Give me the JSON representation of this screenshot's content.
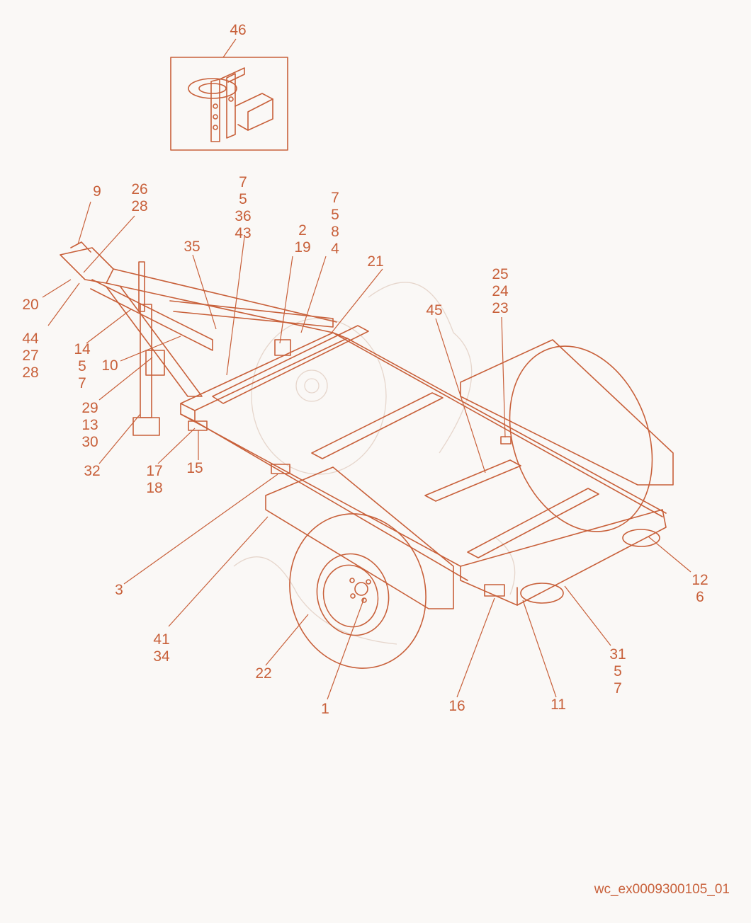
{
  "document_id": "wc_ex0009300105_01",
  "inset": {
    "callout": "46"
  },
  "callouts": [
    {
      "id": "c9",
      "lines": [
        "9"
      ]
    },
    {
      "id": "c26",
      "lines": [
        "26",
        "28"
      ]
    },
    {
      "id": "c7a",
      "lines": [
        "7",
        "5",
        "36",
        "43"
      ]
    },
    {
      "id": "c7b",
      "lines": [
        "7",
        "5",
        "8",
        "4"
      ]
    },
    {
      "id": "c35",
      "lines": [
        "35"
      ]
    },
    {
      "id": "c2",
      "lines": [
        "2",
        "19"
      ]
    },
    {
      "id": "c21",
      "lines": [
        "21"
      ]
    },
    {
      "id": "c25",
      "lines": [
        "25",
        "24",
        "23"
      ]
    },
    {
      "id": "c45",
      "lines": [
        "45"
      ]
    },
    {
      "id": "c20",
      "lines": [
        "20"
      ]
    },
    {
      "id": "c44",
      "lines": [
        "44",
        "27",
        "28"
      ]
    },
    {
      "id": "c14",
      "lines": [
        "14",
        "5",
        "7"
      ]
    },
    {
      "id": "c10",
      "lines": [
        "10"
      ]
    },
    {
      "id": "c29",
      "lines": [
        "29",
        "13",
        "30"
      ]
    },
    {
      "id": "c32",
      "lines": [
        "32"
      ]
    },
    {
      "id": "c17",
      "lines": [
        "17",
        "18"
      ]
    },
    {
      "id": "c15",
      "lines": [
        "15"
      ]
    },
    {
      "id": "c12",
      "lines": [
        "12",
        "6"
      ]
    },
    {
      "id": "c3",
      "lines": [
        "3"
      ]
    },
    {
      "id": "c41",
      "lines": [
        "41",
        "34"
      ]
    },
    {
      "id": "c22",
      "lines": [
        "22"
      ]
    },
    {
      "id": "c1",
      "lines": [
        "1"
      ]
    },
    {
      "id": "c16",
      "lines": [
        "16"
      ]
    },
    {
      "id": "c11",
      "lines": [
        "11"
      ]
    },
    {
      "id": "c31",
      "lines": [
        "31",
        "5",
        "7"
      ]
    }
  ],
  "colors": {
    "ink": "#c8603a",
    "background": "#faf8f6",
    "watermark": "#e6d6cc"
  }
}
